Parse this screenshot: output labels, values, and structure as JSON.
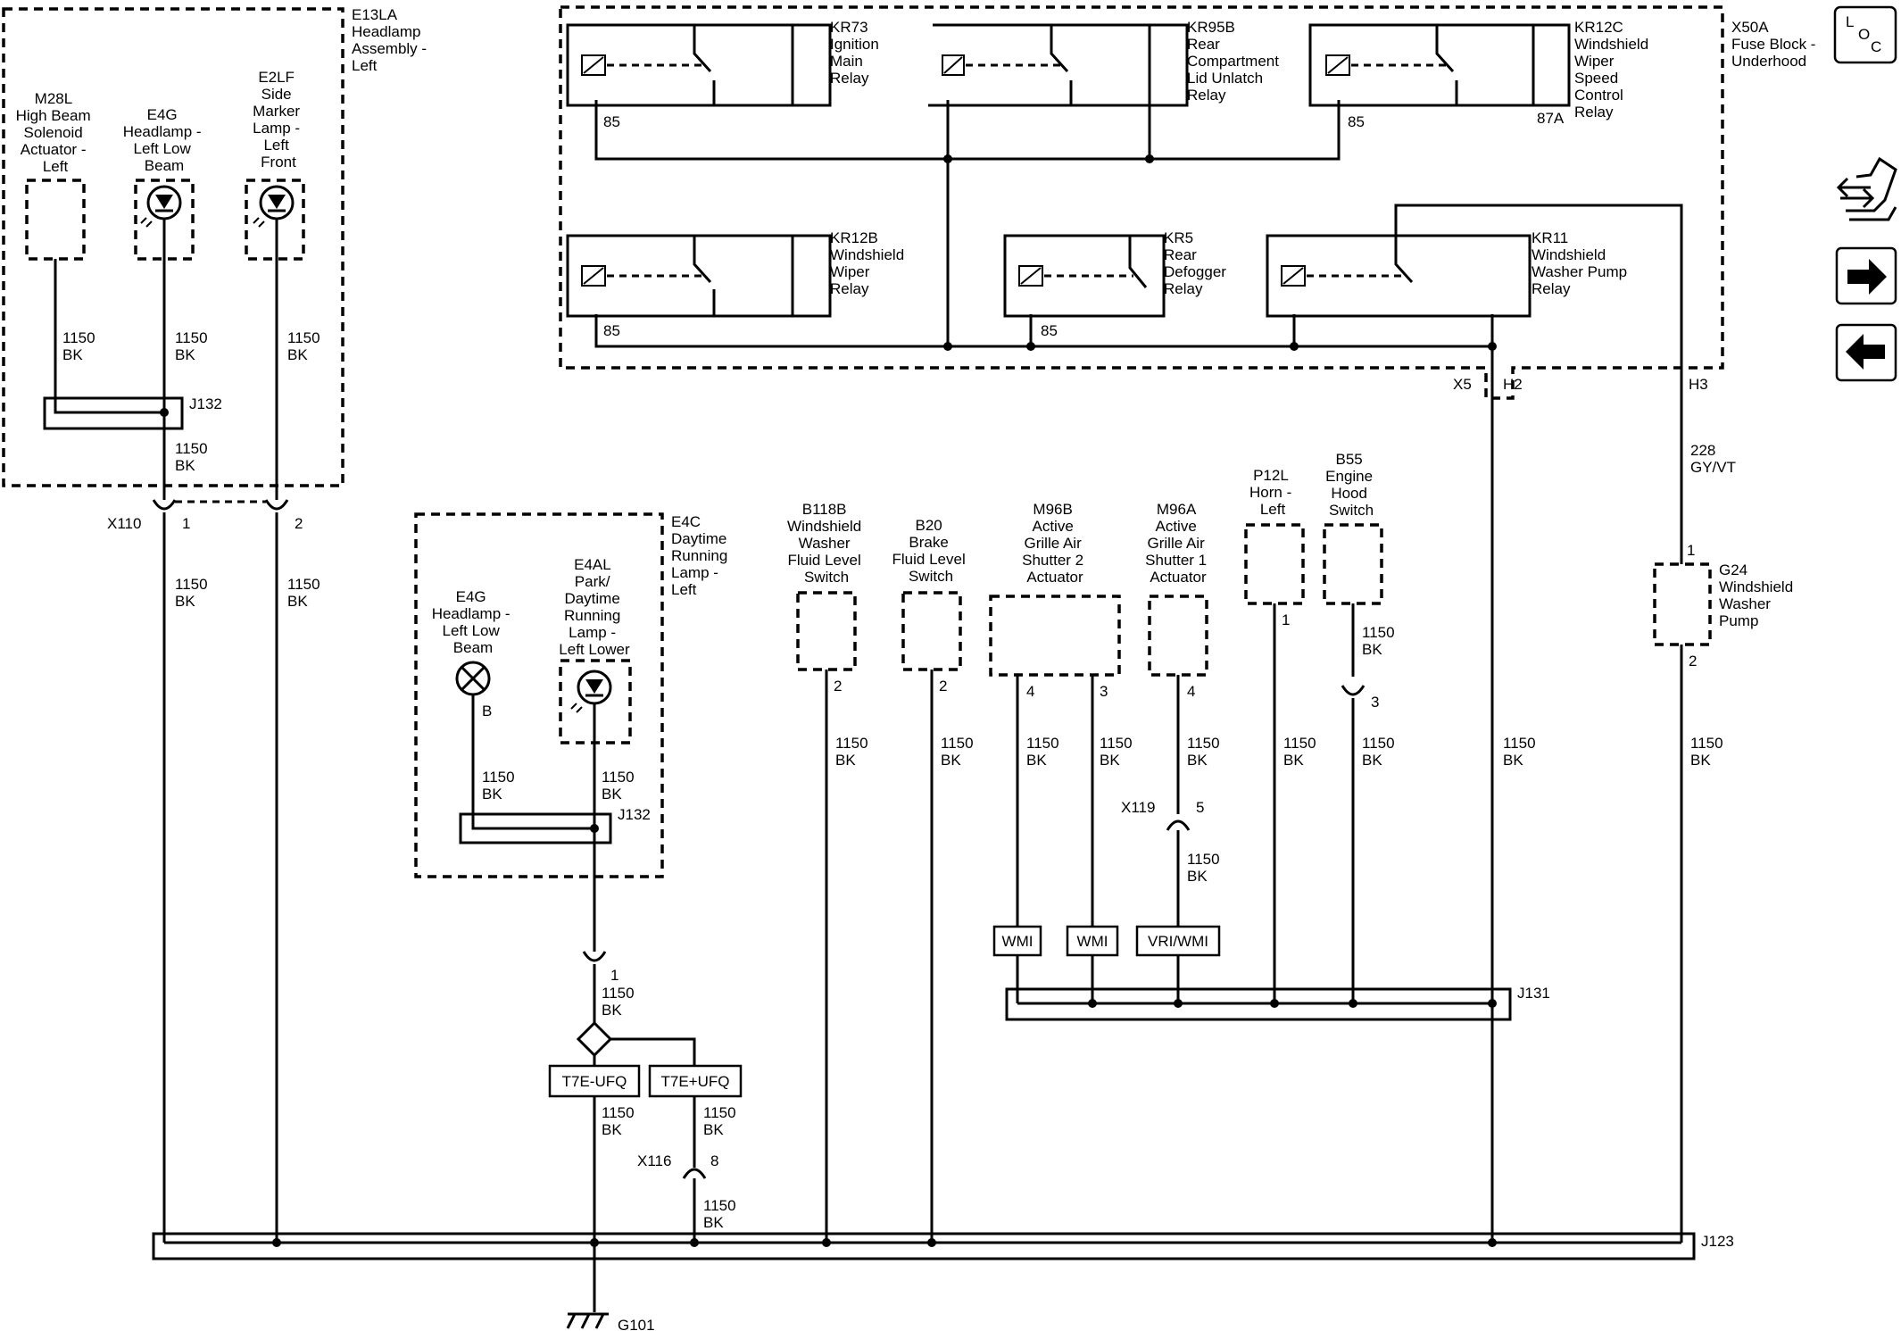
{
  "nav": {
    "loc_top": "L",
    "loc_o": "O",
    "loc_c": "C",
    "colors": {
      "line": "#000000",
      "background": "#ffffff"
    },
    "icons": [
      "loc-icon",
      "connector-view-icon",
      "next-page-icon",
      "previous-page-icon"
    ]
  },
  "fuse_block": {
    "label": [
      "X50A",
      "Fuse Block -",
      "Underhood"
    ],
    "kr73": [
      "KR73",
      "Ignition",
      "Main",
      "Relay"
    ],
    "kr95b": [
      "KR95B",
      "Rear",
      "Compartment",
      "Lid Unlatch",
      "Relay"
    ],
    "kr12c": [
      "KR12C",
      "Windshield",
      "Wiper",
      "Speed",
      "Control",
      "Relay"
    ],
    "kr12b": [
      "KR12B",
      "Windshield",
      "Wiper",
      "Relay"
    ],
    "kr5": [
      "KR5",
      "Rear",
      "Defogger",
      "Relay"
    ],
    "kr11": [
      "KR11",
      "Windshield",
      "Washer Pump",
      "Relay"
    ],
    "pin85": "85",
    "pin87a": "87A",
    "x5": "X5",
    "h2": "H2",
    "h3": "H3"
  },
  "headlamp_assembly": {
    "label": [
      "E13LA",
      "Headlamp",
      "Assembly -",
      "Left"
    ],
    "m28l": [
      "M28L",
      "High Beam",
      "Solenoid",
      "Actuator -",
      "Left"
    ],
    "e4g": [
      "E4G",
      "Headlamp -",
      "Left Low",
      "Beam"
    ],
    "e2lf": [
      "E2LF",
      "Side",
      "Marker",
      "Lamp -",
      "Left",
      "Front"
    ],
    "j132": "J132",
    "x110": "X110",
    "pin1": "1",
    "pin2": "2"
  },
  "drl_lamp": {
    "label": [
      "E4C",
      "Daytime",
      "Running",
      "Lamp -",
      "Left"
    ],
    "e4g": [
      "E4G",
      "Headlamp -",
      "Left Low",
      "Beam"
    ],
    "e4al": [
      "E4AL",
      "Park/",
      "Daytime",
      "Running",
      "Lamp -",
      "Left Lower"
    ],
    "pin_b": "B",
    "j132": "J132",
    "pin1": "1"
  },
  "options": {
    "t7e_minus": "T7E-UFQ",
    "t7e_plus": "T7E+UFQ",
    "x116": "X116",
    "pin8": "8"
  },
  "components": {
    "b118b": [
      "B118B",
      "Windshield",
      "Washer",
      "Fluid Level",
      "Switch"
    ],
    "b20": [
      "B20",
      "Brake",
      "Fluid Level",
      "Switch"
    ],
    "m96b": [
      "M96B",
      "Active",
      "Grille Air",
      "Shutter 2",
      "Actuator"
    ],
    "m96a": [
      "M96A",
      "Active",
      "Grille Air",
      "Shutter 1",
      "Actuator"
    ],
    "p12l": [
      "P12L",
      "Horn -",
      "Left"
    ],
    "b55": [
      "B55",
      "Engine",
      "Hood",
      "Switch"
    ],
    "g24": [
      "G24",
      "Windshield",
      "Washer",
      "Pump"
    ],
    "pin1": "1",
    "pin2": "2",
    "pin3": "3",
    "pin4": "4",
    "pin5": "5",
    "x119": "X119",
    "wmi": "WMI",
    "vri_wmi": "VRI/WMI",
    "j131": "J131",
    "j123": "J123",
    "g101": "G101"
  },
  "wire": {
    "circuit": "1150",
    "color": "BK",
    "washer_circuit": "228",
    "washer_color": "GY/VT"
  }
}
